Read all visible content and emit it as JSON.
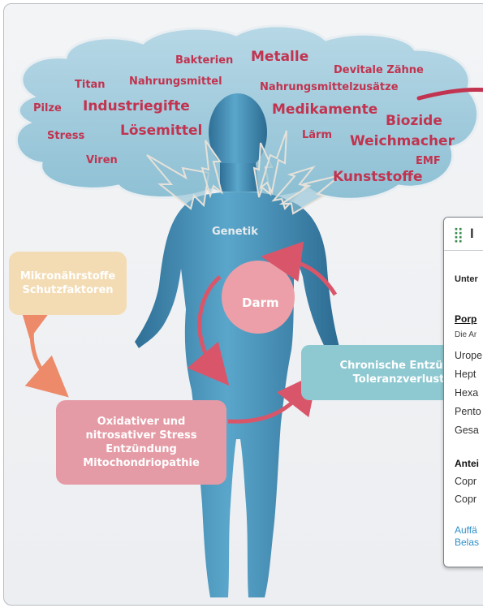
{
  "cloud": {
    "words": [
      {
        "text": "Bakterien",
        "size": 13
      },
      {
        "text": "Metalle",
        "size": 17
      },
      {
        "text": "Devitale Zähne",
        "size": 13
      },
      {
        "text": "Titan",
        "size": 13
      },
      {
        "text": "Nahrungsmittel",
        "size": 13
      },
      {
        "text": "Nahrungsmittelzusätze",
        "size": 13
      },
      {
        "text": "Pilze",
        "size": 13
      },
      {
        "text": "Industriegifte",
        "size": 17
      },
      {
        "text": "Medikamente",
        "size": 17
      },
      {
        "text": "Biozide",
        "size": 17
      },
      {
        "text": "Stress",
        "size": 13
      },
      {
        "text": "Lösemittel",
        "size": 17
      },
      {
        "text": "Lärm",
        "size": 13
      },
      {
        "text": "Weichmacher",
        "size": 17
      },
      {
        "text": "Viren",
        "size": 13
      },
      {
        "text": "EMF",
        "size": 13
      },
      {
        "text": "Kunststoffe",
        "size": 17
      }
    ]
  },
  "diagram": {
    "genetik": "Genetik",
    "darm": "Darm",
    "mikro": {
      "line1": "Mikronährstoffe",
      "line2": "Schutzfaktoren"
    },
    "oxidativ": {
      "line1": "Oxidativer und",
      "line2": "nitrosativer Stress",
      "line3": "Entzündung",
      "line4": "Mitochondriopathie"
    },
    "chronisch": {
      "line1": "Chronische Entzündu",
      "line2": "Toleranzverlust"
    }
  },
  "panel": {
    "title": "I",
    "unter": "Unter",
    "porp": "Porp",
    "die": "Die Ar",
    "rows": [
      "Urope",
      "Hept",
      "Hexa",
      "Pento",
      "Gesa"
    ],
    "anteil": "Antei",
    "copr": [
      "Copr",
      "Copr"
    ],
    "note1": "Auffä",
    "note2": "Belas"
  },
  "colors": {
    "word": "#c1334f",
    "cloud": "#9ac4d6",
    "body": "#4a93bb",
    "darm": "#ec9fa8",
    "mikro": "#f3dcb4",
    "oxidativ": "#e59ba5",
    "chronisch": "#8ec9d1",
    "arrow_pink": "#d9566a",
    "arrow_orange": "#ec8a6a"
  }
}
